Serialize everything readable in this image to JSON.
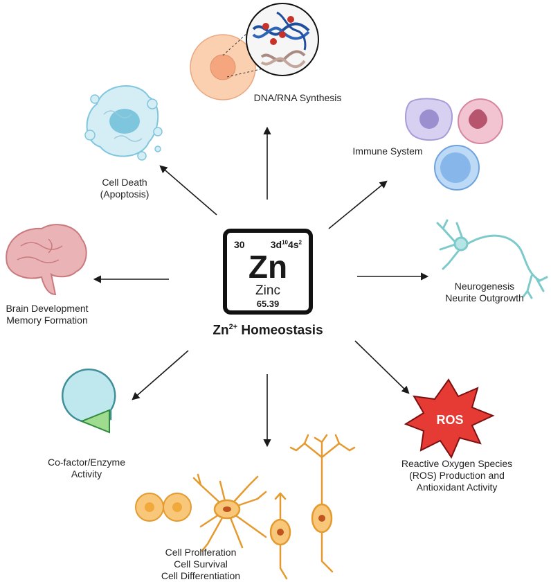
{
  "element": {
    "atomic_number": "30",
    "config_main": "3d",
    "config_sup1": "10",
    "config_mid": "4s",
    "config_sup2": "2",
    "symbol": "Zn",
    "name": "Zinc",
    "mass": "65.39"
  },
  "center_title": {
    "prefix": "Zn",
    "sup": "2+",
    "suffix": " Homeostasis"
  },
  "ros_text": "ROS",
  "labels": {
    "dna": [
      "DNA/RNA Synthesis"
    ],
    "death": [
      "Cell Death",
      "(Apoptosis)"
    ],
    "immune": [
      "Immune System"
    ],
    "brain": [
      "Brain Development",
      "Memory Formation"
    ],
    "neuro": [
      "Neurogenesis",
      "Neurite Outgrowth"
    ],
    "cofactor": [
      "Co-factor/Enzyme",
      "Activity"
    ],
    "ros": [
      "Reactive Oxygen Species",
      "(ROS) Production and",
      "Antioxidant Activity"
    ],
    "prolif": [
      "Cell Proliferation",
      "Cell Survival",
      "Cell Differentiation"
    ]
  },
  "colors": {
    "arrow": "#1a1a1a",
    "dna_strand": "#1f4e9c",
    "rna_strand": "#a98a82",
    "zinc_dot": "#c7332b",
    "cell_outer": "#fbd0b0",
    "cell_nucleus": "#f5a67e",
    "apoptotic_cell": "#bfe3ee",
    "apoptotic_nucleus": "#7ec6dd",
    "immune_purple": "#c3b9e6",
    "immune_pink": "#e8a3b7",
    "immune_blue": "#9fc7f0",
    "brain": "#e4a3a6",
    "neuron_teal": "#7ccaca",
    "enzyme_blue": "#bfe8ee",
    "enzyme_green": "#9fdc8f",
    "ros_red": "#e63a34",
    "proliferation_orange": "#f0a93a"
  }
}
